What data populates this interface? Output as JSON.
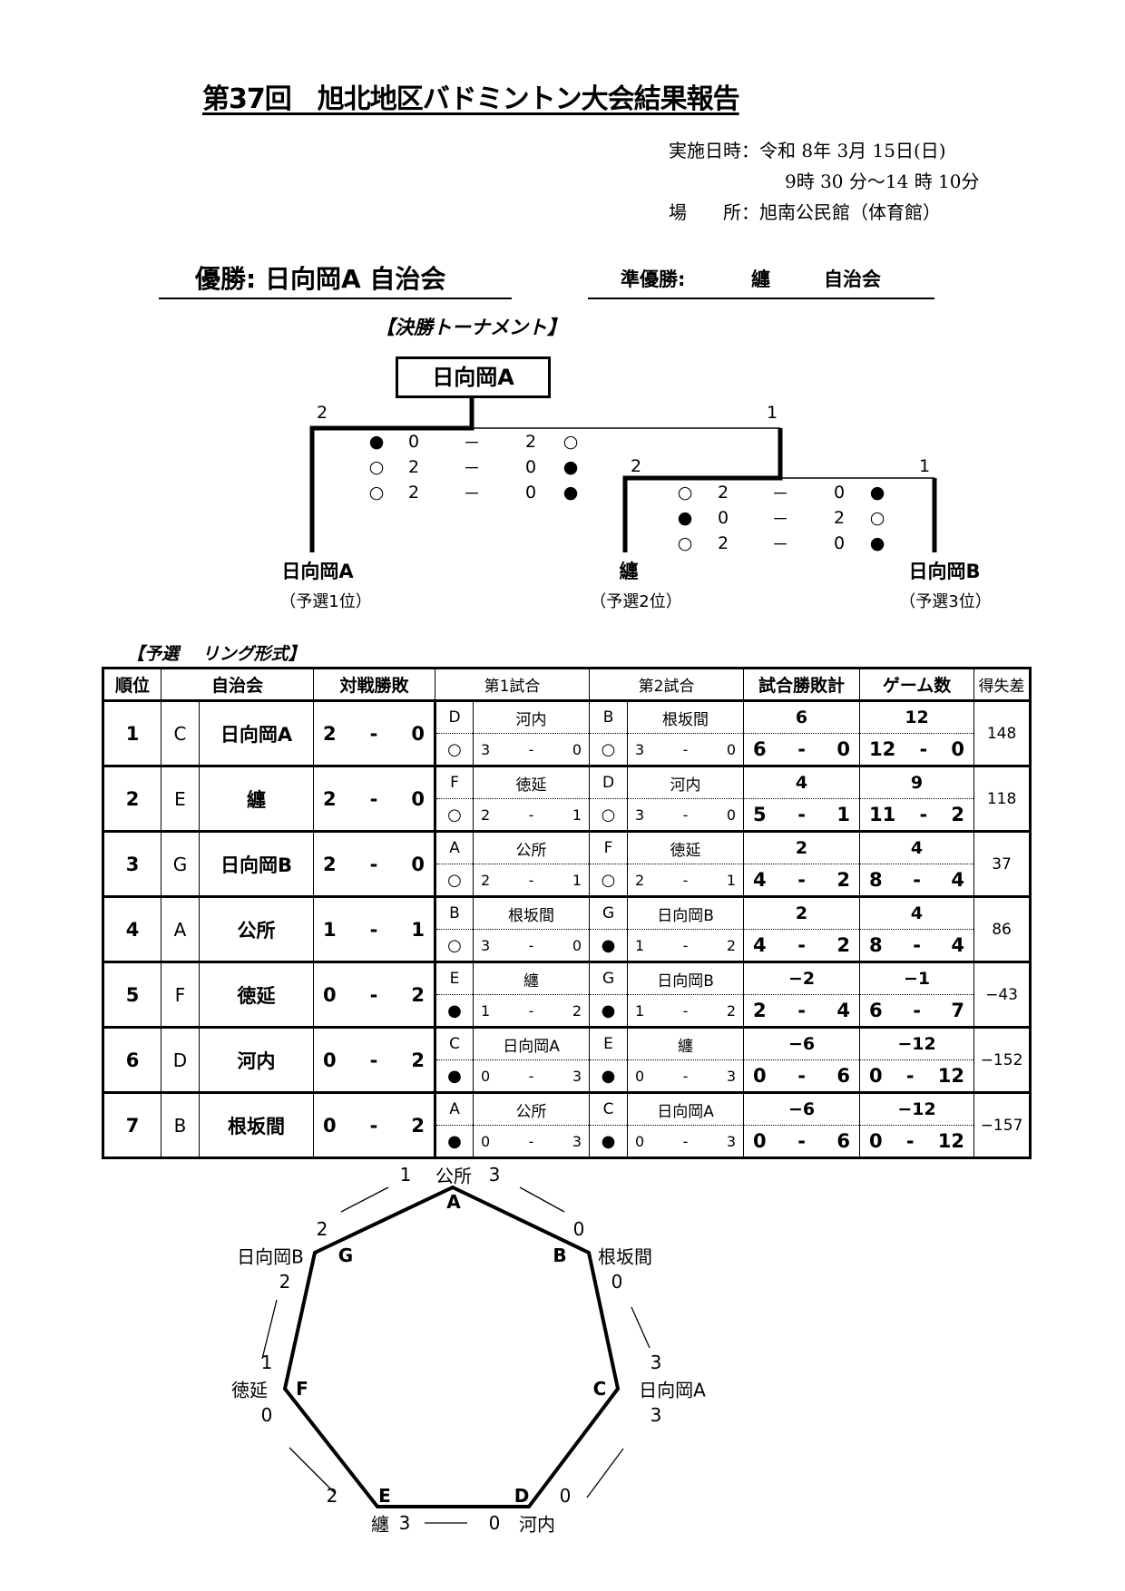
{
  "title": "第37回　旭北地区バドミントン大会結果報告",
  "info": {
    "date_label": "実施日時：令和 8年 3月 15日(日)",
    "time": "9時 30 分～14 時 10分",
    "place": "場　　所：旭南公民館（体育館）"
  },
  "winner": "優勝:  日向岡A 自治会",
  "runner_up": {
    "label": "準優勝:",
    "team": "纏",
    "suffix": "自治会"
  },
  "final": {
    "heading": "【決勝トーナメント】",
    "champion": "日向岡A",
    "scores": {
      "final_left": "2",
      "final_right": "1",
      "semi_left": "2",
      "semi_right": "1"
    },
    "final_games": [
      [
        "●",
        "0",
        "－",
        "2",
        "○"
      ],
      [
        "○",
        "2",
        "－",
        "0",
        "●"
      ],
      [
        "○",
        "2",
        "－",
        "0",
        "●"
      ]
    ],
    "semi_games": [
      [
        "○",
        "2",
        "－",
        "0",
        "●"
      ],
      [
        "●",
        "0",
        "－",
        "2",
        "○"
      ],
      [
        "○",
        "2",
        "－",
        "0",
        "●"
      ]
    ],
    "teams": [
      {
        "name": "日向岡A",
        "seed": "（予選1位）"
      },
      {
        "name": "纏",
        "seed": "（予選2位）"
      },
      {
        "name": "日向岡B",
        "seed": "（予選3位）"
      }
    ]
  },
  "prelim": {
    "heading": "【予選　 リング形式】",
    "headers": [
      "順位",
      "自治会",
      "対戦勝敗",
      "第1試合",
      "第2試合",
      "試合勝敗計",
      "ゲーム数",
      "得失差"
    ],
    "rows": [
      {
        "rank": "1",
        "code": "C",
        "name": "日向岡A",
        "rec": [
          "2",
          "0"
        ],
        "m1": {
          "code": "D",
          "opp": "河内",
          "mark": "○",
          "score": [
            "3",
            "0"
          ]
        },
        "m2": {
          "code": "B",
          "opp": "根坂間",
          "mark": "○",
          "score": [
            "3",
            "0"
          ]
        },
        "mt": "6",
        "mwl": [
          "6",
          "0"
        ],
        "gt": "12",
        "gwl": [
          "12",
          "0"
        ],
        "diff": "148"
      },
      {
        "rank": "2",
        "code": "E",
        "name": "纏",
        "rec": [
          "2",
          "0"
        ],
        "m1": {
          "code": "F",
          "opp": "徳延",
          "mark": "○",
          "score": [
            "2",
            "1"
          ]
        },
        "m2": {
          "code": "D",
          "opp": "河内",
          "mark": "○",
          "score": [
            "3",
            "0"
          ]
        },
        "mt": "4",
        "mwl": [
          "5",
          "1"
        ],
        "gt": "9",
        "gwl": [
          "11",
          "2"
        ],
        "diff": "118"
      },
      {
        "rank": "3",
        "code": "G",
        "name": "日向岡B",
        "rec": [
          "2",
          "0"
        ],
        "m1": {
          "code": "A",
          "opp": "公所",
          "mark": "○",
          "score": [
            "2",
            "1"
          ]
        },
        "m2": {
          "code": "F",
          "opp": "徳延",
          "mark": "○",
          "score": [
            "2",
            "1"
          ]
        },
        "mt": "2",
        "mwl": [
          "4",
          "2"
        ],
        "gt": "4",
        "gwl": [
          "8",
          "4"
        ],
        "diff": "37"
      },
      {
        "rank": "4",
        "code": "A",
        "name": "公所",
        "rec": [
          "1",
          "1"
        ],
        "m1": {
          "code": "B",
          "opp": "根坂間",
          "mark": "○",
          "score": [
            "3",
            "0"
          ]
        },
        "m2": {
          "code": "G",
          "opp": "日向岡B",
          "mark": "●",
          "score": [
            "1",
            "2"
          ]
        },
        "mt": "2",
        "mwl": [
          "4",
          "2"
        ],
        "gt": "4",
        "gwl": [
          "8",
          "4"
        ],
        "diff": "86"
      },
      {
        "rank": "5",
        "code": "F",
        "name": "徳延",
        "rec": [
          "0",
          "2"
        ],
        "m1": {
          "code": "E",
          "opp": "纏",
          "mark": "●",
          "score": [
            "1",
            "2"
          ]
        },
        "m2": {
          "code": "G",
          "opp": "日向岡B",
          "mark": "●",
          "score": [
            "1",
            "2"
          ]
        },
        "mt": "−2",
        "mwl": [
          "2",
          "4"
        ],
        "gt": "−1",
        "gwl": [
          "6",
          "7"
        ],
        "diff": "−43"
      },
      {
        "rank": "6",
        "code": "D",
        "name": "河内",
        "rec": [
          "0",
          "2"
        ],
        "m1": {
          "code": "C",
          "opp": "日向岡A",
          "mark": "●",
          "score": [
            "0",
            "3"
          ]
        },
        "m2": {
          "code": "E",
          "opp": "纏",
          "mark": "●",
          "score": [
            "0",
            "3"
          ]
        },
        "mt": "−6",
        "mwl": [
          "0",
          "6"
        ],
        "gt": "−12",
        "gwl": [
          "0",
          "12"
        ],
        "diff": "−152"
      },
      {
        "rank": "7",
        "code": "B",
        "name": "根坂間",
        "rec": [
          "0",
          "2"
        ],
        "m1": {
          "code": "A",
          "opp": "公所",
          "mark": "●",
          "score": [
            "0",
            "3"
          ]
        },
        "m2": {
          "code": "C",
          "opp": "日向岡A",
          "mark": "●",
          "score": [
            "0",
            "3"
          ]
        },
        "mt": "−6",
        "mwl": [
          "0",
          "6"
        ],
        "gt": "−12",
        "gwl": [
          "0",
          "12"
        ],
        "diff": "−157"
      }
    ]
  },
  "ring": {
    "names": [
      "公所",
      "根坂間",
      "日向岡A",
      "河内",
      "纏",
      "徳延",
      "日向岡B"
    ],
    "codes": [
      "A",
      "B",
      "C",
      "D",
      "E",
      "F",
      "G"
    ],
    "scores": {
      "AG_a": "1",
      "AB_a": "3",
      "AB_b": "0",
      "BC_b": "0",
      "BC_c": "3",
      "CD_c": "3",
      "CD_d": "0",
      "DE_d": "0",
      "DE_e": "3",
      "EF_e": "2",
      "EF_f": "0",
      "FG_f": "1",
      "FG_g": "2",
      "AG_g": "2"
    }
  }
}
